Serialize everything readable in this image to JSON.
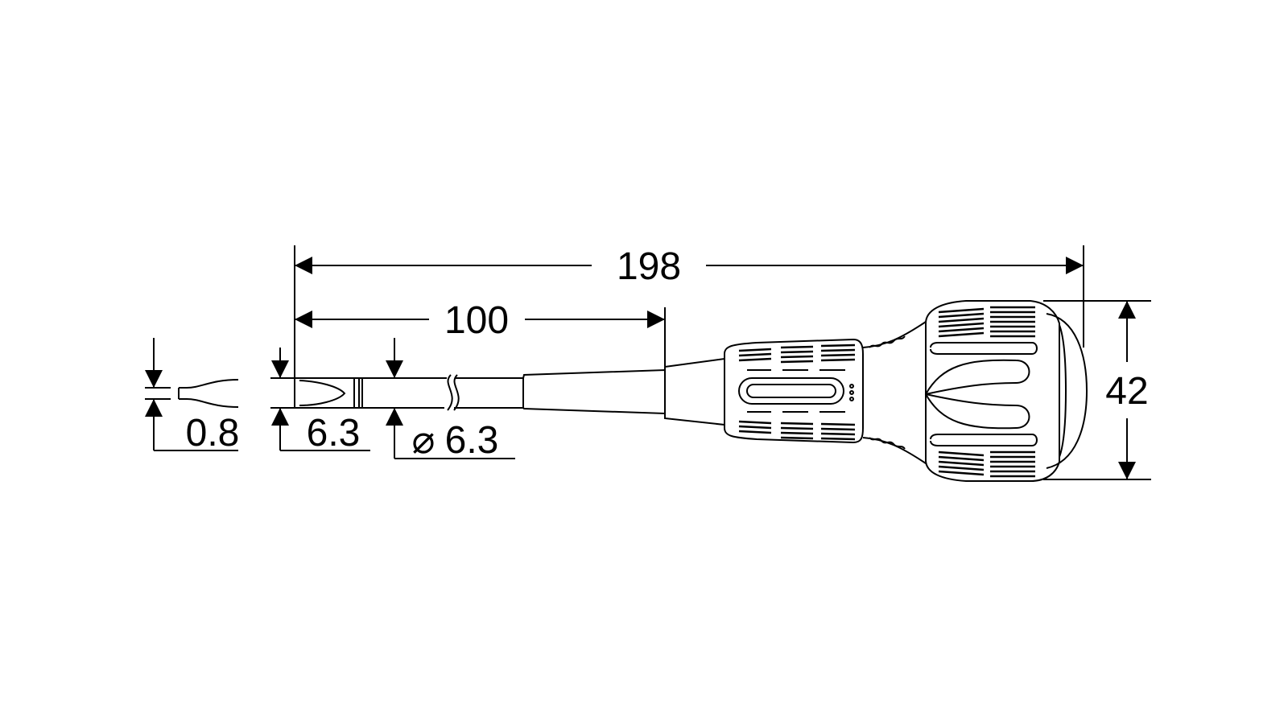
{
  "diagram": {
    "colors": {
      "stroke": "#000000",
      "background": "#ffffff"
    },
    "dimensions": {
      "overall_length": "198",
      "blade_length": "100",
      "handle_diameter": "42",
      "tip_thickness": "0.8",
      "tip_width": "6.3",
      "shaft_diameter_symbol": "⌀",
      "shaft_diameter": "6.3"
    }
  }
}
